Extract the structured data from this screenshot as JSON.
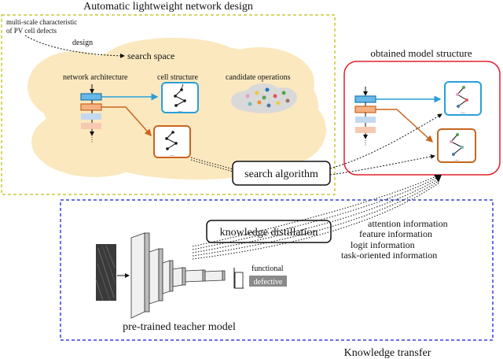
{
  "top_panel": {
    "title": "Automatic lightweight network design",
    "note_line1": "multi-scale characteristic",
    "note_line2": "of PV cell defects",
    "design_label": "design",
    "search_space_label": "search space",
    "network_architecture_label": "network architecture",
    "cell_structure_label": "cell structure",
    "candidate_operations_label": "candidate operations",
    "dots_label": "...."
  },
  "right_panel": {
    "title": "obtained model structure"
  },
  "search_algorithm_label": "search algorithm",
  "bottom_panel": {
    "knowledge_distillation_label": "knowledge distillation",
    "info_items": [
      "attention information",
      "feature information",
      "logit information",
      "task-oriented information"
    ],
    "functional_label": "functional",
    "defective_label": "defective",
    "teacher_label": "pre-trained teacher model",
    "panel_label": "Knowledge transfer"
  },
  "colors": {
    "top_border": "#c8c83a",
    "cloud": "#fbe8bf",
    "blue_accent": "#2a9fd8",
    "orange_accent": "#c8651f",
    "red_border": "#e3202b",
    "bottom_border": "#3b3fd6",
    "block_blue": "#c3d9ee",
    "block_orange": "#f7c9b2"
  }
}
